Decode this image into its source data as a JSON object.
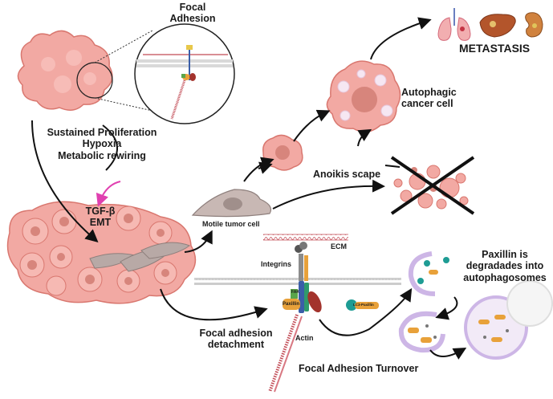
{
  "labels": {
    "focal_adhesion_title": "Focal",
    "focal_adhesion_title2": "Adhesion",
    "metastasis": "METASTASIS",
    "autophagic_1": "Autophagic",
    "autophagic_2": "cancer cell",
    "sustained_1": "Sustained Proliferation",
    "sustained_2": "Hypoxia",
    "sustained_3": "Metabolic rewiring",
    "tgf": "TGF-β",
    "emt": "EMT",
    "anoikis": "Anoikis scape",
    "motile": "Motile tumor cell",
    "ecm": "ECM",
    "integrins": "Integrins",
    "paxillin_1": "Paxillin is",
    "paxillin_2": "degradades into",
    "paxillin_3": "autophagosomes",
    "fa_detach_1": "Focal adhesion",
    "fa_detach_2": "detachment",
    "actin": "Actin",
    "turnover": "Focal Adhesion Turnover",
    "fak": "FAK",
    "paxillin_protein": "Paxillin",
    "lc3_paxillin": "LC3-Paxillin"
  },
  "colors": {
    "tumor_pink": "#f2a9a3",
    "tumor_outline": "#d9776f",
    "nucleus": "#d7857c",
    "membrane": "#c9c9c9",
    "arrow": "#111111",
    "tgf_arrow": "#e040b0",
    "fiber": "#c24b55",
    "fak_green": "#5aa54a",
    "paxillin_orange": "#e8a13a",
    "integrin_blue": "#3b5ea8",
    "vinculin_red": "#a3332c",
    "teal": "#1e9c94",
    "autophagosome": "#cdb6e6"
  }
}
